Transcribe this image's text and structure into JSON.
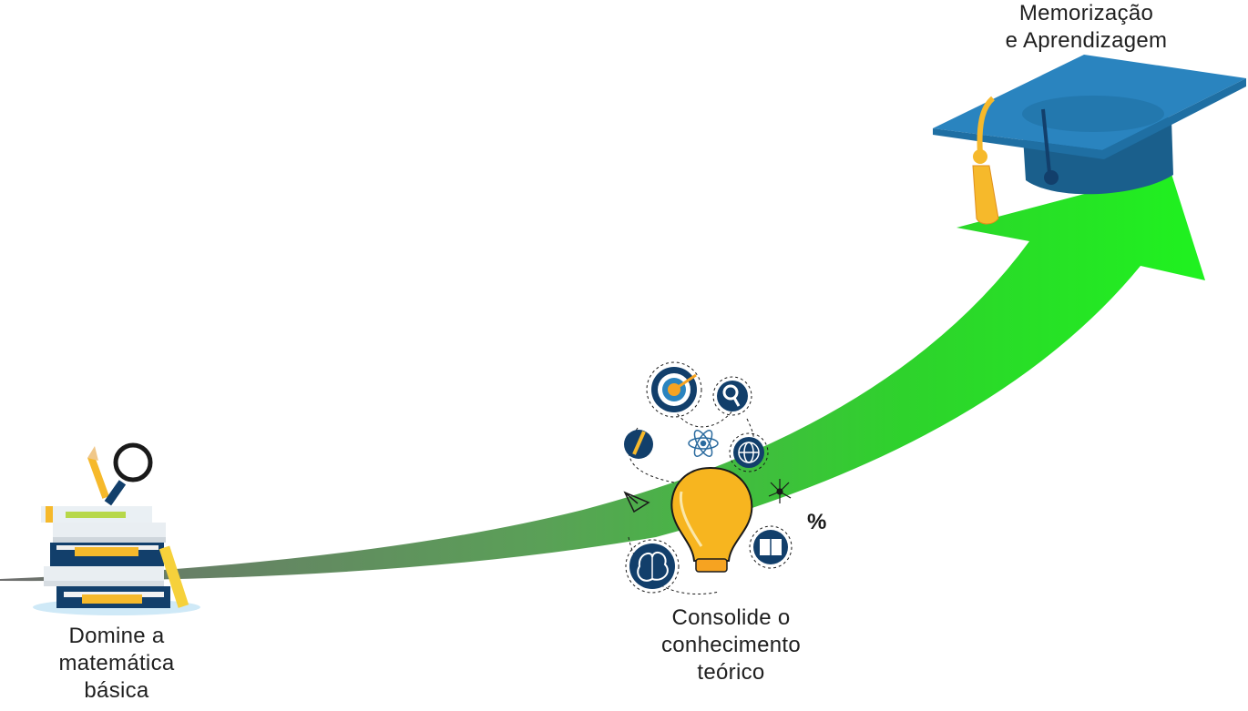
{
  "stages": [
    {
      "id": "start",
      "lines": [
        "Domine a",
        "matemática",
        "básica"
      ]
    },
    {
      "id": "middle",
      "lines": [
        "Consolide o",
        "conhecimento",
        "teórico"
      ]
    },
    {
      "id": "end",
      "lines": [
        "Memorização",
        "e Aprendizagem"
      ]
    }
  ],
  "icons": {
    "percent": "%"
  },
  "colors": {
    "arrow_start": "#6e6e6e",
    "arrow_mid": "#52a855",
    "arrow_end": "#22ee22",
    "cap_blue": "#2a84bf",
    "cap_dark": "#1a5f8c",
    "tassel": "#f6b92b",
    "book_navy": "#123f6b",
    "bulb_yellow": "#f7b51f"
  }
}
